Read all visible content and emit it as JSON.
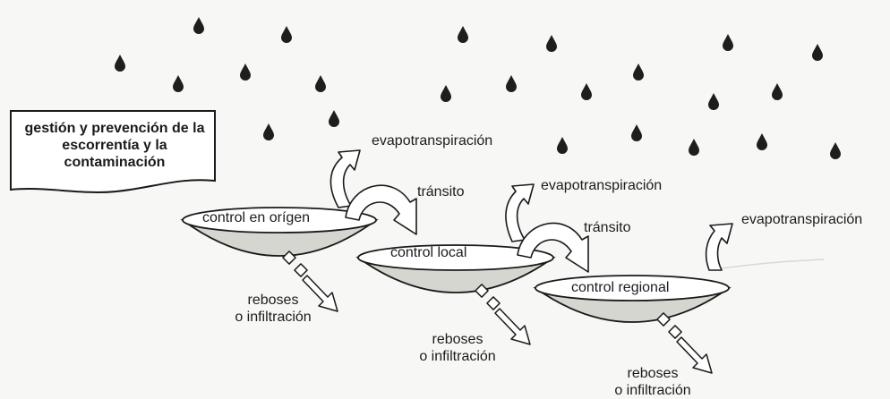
{
  "banner": {
    "text": "gestión y prevención de la escorrentía y la contaminación"
  },
  "bowls": [
    {
      "label": "control en orígen"
    },
    {
      "label": "control local"
    },
    {
      "label": "control regional"
    }
  ],
  "labels": {
    "evap_1": "evapotranspiración",
    "evap_2": "evapotranspiración",
    "evap_3": "evapotranspiración",
    "transit_1": "tránsito",
    "transit_2": "tránsito",
    "outflow_1_a": "reboses",
    "outflow_1_b": "o infiltración",
    "outflow_2_a": "reboses",
    "outflow_2_b": "o infiltración",
    "outflow_3_a": "reboses",
    "outflow_3_b": "o infiltración"
  },
  "colors": {
    "ink": "#1a1a1a",
    "bowl_fill": "#d6d6d0",
    "drop": "#1e1e1e",
    "background": "#f7f7f5"
  }
}
